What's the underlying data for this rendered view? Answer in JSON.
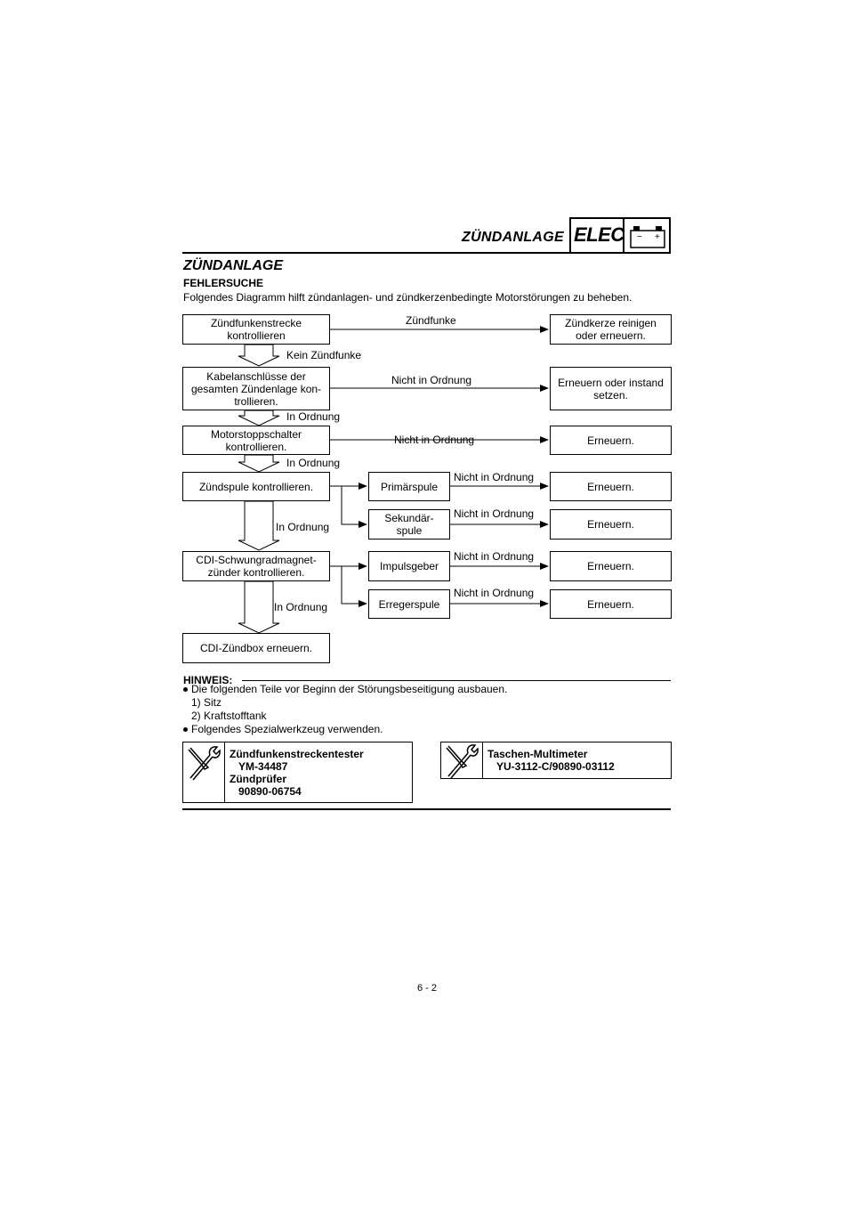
{
  "header": {
    "title": "ZÜNDANLAGE",
    "elec_label": "ELEC",
    "battery_minus": "−",
    "battery_plus": "+"
  },
  "section": {
    "title": "ZÜNDANLAGE",
    "subtitle": "FEHLERSUCHE",
    "intro": "Folgendes Diagramm hilft zündanlagen- und zündkerzenbedingte Motorstörungen zu beheben."
  },
  "flowchart": {
    "left_boxes": [
      [
        "Zündfunkenstrecke",
        "kontrollieren"
      ],
      [
        "Kabelanschlüsse der",
        "gesamten Zündenlage kon-",
        "trollieren."
      ],
      [
        "Motorstoppschalter",
        "kontrollieren."
      ],
      [
        "Zündspule kontrollieren."
      ],
      [
        "CDI-Schwungradmagnet-",
        "zünder kontrollieren."
      ],
      [
        "CDI-Zündbox erneuern."
      ]
    ],
    "mid_boxes": [
      [
        "Primärspule"
      ],
      [
        "Sekundär-",
        "spule"
      ],
      [
        "Impulsgeber"
      ],
      [
        "Erregerspule"
      ]
    ],
    "right_boxes": [
      [
        "Zündkerze reinigen",
        "oder erneuern."
      ],
      [
        "Erneuern oder instand",
        "setzen."
      ],
      [
        "Erneuern."
      ],
      [
        "Erneuern."
      ],
      [
        "Erneuern."
      ],
      [
        "Erneuern."
      ],
      [
        "Erneuern."
      ]
    ],
    "arrow_labels": [
      "Zündfunke",
      "Nicht in Ordnung",
      "Nicht in Ordnung",
      "Nicht in Ordnung",
      "Nicht in Ordnung",
      "Nicht in Ordnung",
      "Nicht in Ordnung"
    ],
    "down_labels": [
      "Kein Zündfunke",
      "In Ordnung",
      "In Ordnung",
      "In Ordnung",
      "In Ordnung"
    ]
  },
  "notes": {
    "heading": "HINWEIS:",
    "bullet1": "Die folgenden Teile vor Beginn der Störungsbeseitigung ausbauen.",
    "item1": "1)  Sitz",
    "item2": "2)  Kraftstofftank",
    "bullet2": "Folgendes Spezialwerkzeug verwenden."
  },
  "tools": [
    {
      "icon": "wrench-screwdriver-icon",
      "lines": [
        "Zündfunkenstreckentester",
        "    YM-34487",
        "Zündprüfer",
        "    90890-06754"
      ]
    },
    {
      "icon": "wrench-screwdriver-icon",
      "lines": [
        "Taschen-Multimeter",
        "    YU-3112-C/90890-03112"
      ]
    }
  ],
  "page_number": "6 - 2"
}
